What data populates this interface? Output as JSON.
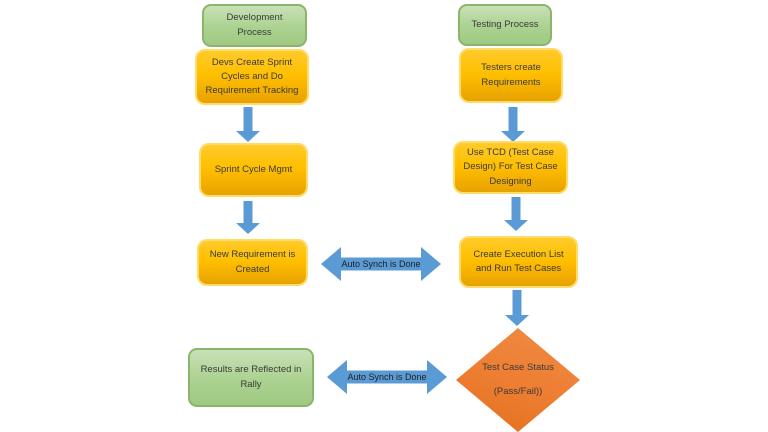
{
  "diagram": {
    "nodes": {
      "dev_process": {
        "label": "Development Process"
      },
      "devs_create_sprint": {
        "label": "Devs Create Sprint Cycles and Do Requirement Tracking"
      },
      "sprint_cycle_mgmt": {
        "label": "Sprint Cycle Mgmt"
      },
      "new_requirement": {
        "label": "New Requirement is Created"
      },
      "results_reflected": {
        "label": "Results are Reflected in Rally"
      },
      "testing_process": {
        "label": "Testing Process"
      },
      "testers_create": {
        "label": "Testers create Requirements"
      },
      "use_tcd": {
        "label": "Use TCD (Test Case Design) For Test Case Designing"
      },
      "create_execution": {
        "label": "Create Execution List and Run Test Cases"
      },
      "test_case_status": {
        "label": "Test Case Status",
        "sublabel": "(Pass/Fail))"
      }
    },
    "connectors": {
      "sync_top": {
        "label": "Auto Synch is Done"
      },
      "sync_bottom": {
        "label": "Auto Synch is Done"
      }
    },
    "colors": {
      "green_fill": "#a9d18e",
      "green_border": "#8ab56b",
      "yellow_fill": "#ffc000",
      "yellow_border": "#ffdb69",
      "arrow_blue": "#5b9bd5",
      "diamond_orange": "#ed7d31",
      "text": "#3a3a3a",
      "background": "#ffffff"
    }
  }
}
